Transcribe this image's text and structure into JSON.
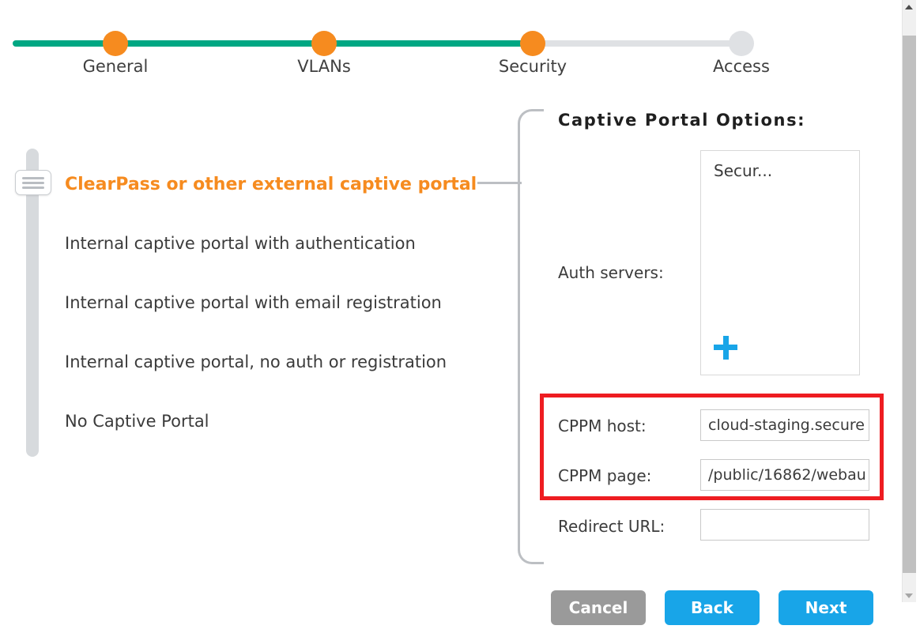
{
  "stepper": {
    "steps": [
      {
        "label": "General",
        "state": "active"
      },
      {
        "label": "VLANs",
        "state": "active"
      },
      {
        "label": "Security",
        "state": "active"
      },
      {
        "label": "Access",
        "state": "inactive"
      }
    ],
    "colors": {
      "done_line": "#00a783",
      "todo_line": "#dfe1e4",
      "active_dot": "#f68b1f",
      "inactive_dot": "#dfe1e4"
    }
  },
  "options": {
    "items": [
      {
        "label": "ClearPass or other external captive portal",
        "selected": true
      },
      {
        "label": "Internal captive portal with authentication",
        "selected": false
      },
      {
        "label": "Internal captive portal with email registration",
        "selected": false
      },
      {
        "label": "Internal captive portal, no auth or registration",
        "selected": false
      },
      {
        "label": "No Captive Portal",
        "selected": false
      }
    ],
    "selected_color": "#f68b1f"
  },
  "panel": {
    "title": "Captive Portal Options:",
    "auth_servers": {
      "label": "Auth servers:",
      "items": [
        "Secur..."
      ],
      "add_icon": "plus-icon",
      "add_color": "#18a5e8"
    },
    "fields": [
      {
        "label": "CPPM host:",
        "value": "cloud-staging.secure",
        "placeholder": "",
        "highlighted": true
      },
      {
        "label": "CPPM page:",
        "value": "/public/16862/webau",
        "placeholder": "",
        "highlighted": true
      },
      {
        "label": "Redirect URL:",
        "value": "",
        "placeholder": "",
        "highlighted": false
      }
    ],
    "highlight_color": "#ee1c21"
  },
  "footer": {
    "cancel_label": "Cancel",
    "back_label": "Back",
    "next_label": "Next",
    "cancel_color": "#9a9a9a",
    "primary_color": "#18a5e8"
  },
  "scrollbar": {
    "up_icon": "triangle-up-icon",
    "down_icon": "triangle-down-icon"
  },
  "slider": {
    "handle_icon": "grip-lines-icon"
  }
}
